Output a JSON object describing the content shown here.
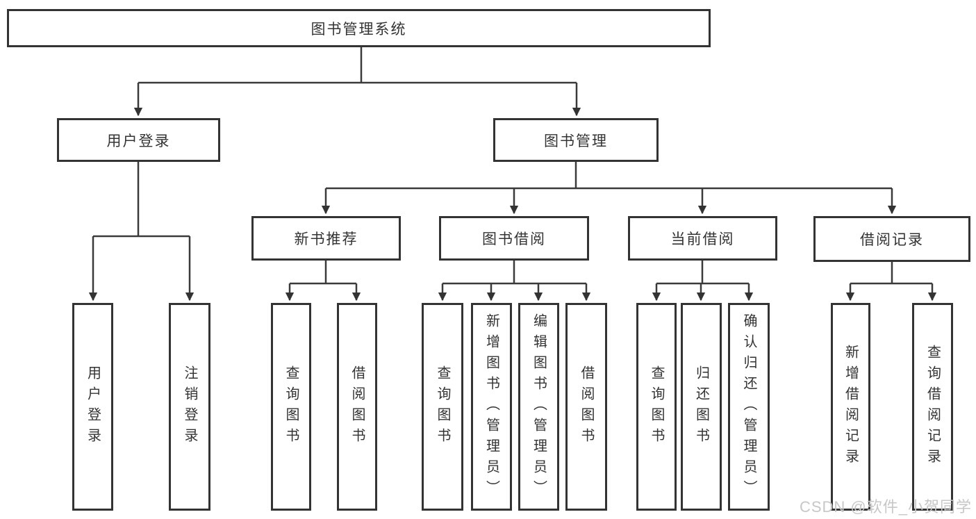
{
  "colors": {
    "background": "#ffffff",
    "box_border": "#333333",
    "line": "#3a3a3a",
    "text": "#333333",
    "watermark": "#c7c7c7"
  },
  "tree": {
    "root": {
      "label": "图书管理系统",
      "children": [
        {
          "label": "用户登录",
          "children": [
            {
              "label": "用户登录"
            },
            {
              "label": "注销登录"
            }
          ]
        },
        {
          "label": "图书管理",
          "children": [
            {
              "label": "新书推荐",
              "children": [
                {
                  "label": "查询图书"
                },
                {
                  "label": "借阅图书"
                }
              ]
            },
            {
              "label": "图书借阅",
              "children": [
                {
                  "label": "查询图书"
                },
                {
                  "label": "新增图书（管理员）"
                },
                {
                  "label": "编辑图书（管理员）"
                },
                {
                  "label": "借阅图书"
                }
              ]
            },
            {
              "label": "当前借阅",
              "children": [
                {
                  "label": "查询图书"
                },
                {
                  "label": "归还图书"
                },
                {
                  "label": "确认归还（管理员）"
                }
              ]
            },
            {
              "label": "借阅记录",
              "children": [
                {
                  "label": "新增借阅记录"
                },
                {
                  "label": "查询借阅记录"
                }
              ]
            }
          ]
        }
      ]
    }
  },
  "watermark": {
    "text": "CSDN @软件_小贺同学"
  }
}
